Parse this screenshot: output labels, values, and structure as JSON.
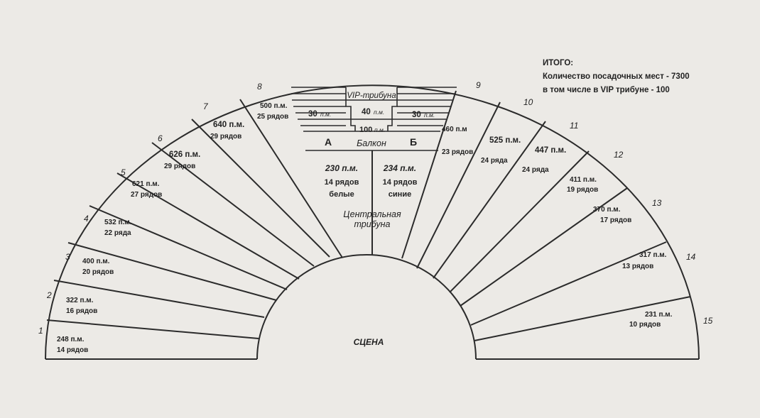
{
  "summary": {
    "heading": "ИТОГО:",
    "line1": "Количество посадочных мест - 7300",
    "line2": "в том числе в VIP трибуне - 100"
  },
  "stage_label": "СЦЕНА",
  "sectors": [
    {
      "num": "1",
      "seats": "248 п.м.",
      "rows": "14 рядов"
    },
    {
      "num": "2",
      "seats": "322 п.м.",
      "rows": "16 рядов"
    },
    {
      "num": "3",
      "seats": "400 п.м.",
      "rows": "20 рядов"
    },
    {
      "num": "4",
      "seats": "532 п.м.",
      "rows": "22 ряда"
    },
    {
      "num": "5",
      "seats": "621 п.м.",
      "rows": "27 рядов"
    },
    {
      "num": "6",
      "seats": "626 п.м.",
      "rows": "29 рядов"
    },
    {
      "num": "7",
      "seats": "640 п.м.",
      "rows": "29 рядов"
    },
    {
      "num": "8",
      "seats": "500 п.м.",
      "rows": "25 рядов"
    },
    {
      "num": "9",
      "seats": "460 п.м",
      "rows": "23 рядов"
    },
    {
      "num": "10",
      "seats": "525 п.м.",
      "rows": "24 ряда"
    },
    {
      "num": "11",
      "seats": "447 п.м.",
      "rows": "24 ряда"
    },
    {
      "num": "12",
      "seats": "411 п.м.",
      "rows": "19 рядов"
    },
    {
      "num": "13",
      "seats": "370 п.м.",
      "rows": "17 рядов"
    },
    {
      "num": "14",
      "seats": "317 п.м.",
      "rows": "13 рядов"
    },
    {
      "num": "15",
      "seats": "231 п.м.",
      "rows": "10 рядов"
    }
  ],
  "central": {
    "vip_title": "VIP-трибуна",
    "vip_left": "30",
    "vip_left_unit": "п.м.",
    "vip_mid": "40",
    "vip_mid_unit": "п.м.",
    "vip_right": "30",
    "vip_right_unit": "п.м.",
    "balcony_seats": "100",
    "balcony_unit": "п.м.",
    "balcony_a": "А",
    "balcony_b": "Б",
    "balcony_title": "Балкон",
    "left_seats": "230 п.м.",
    "left_rows": "14 рядов",
    "left_color": "белые",
    "right_seats": "234 п.м.",
    "right_rows": "14 рядов",
    "right_color": "синие",
    "title_line1": "Центральная",
    "title_line2": "трибуна"
  }
}
